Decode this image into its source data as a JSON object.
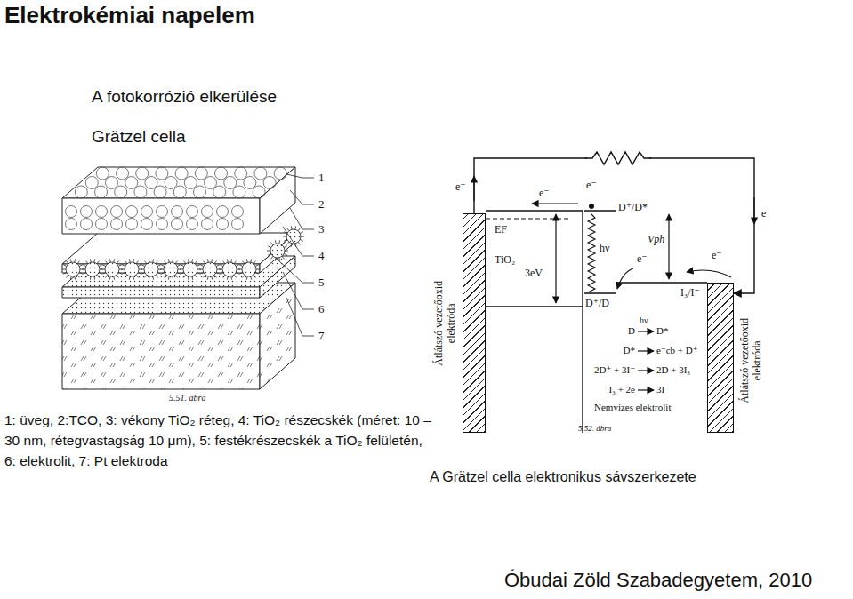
{
  "diagram": {
    "title": "Elektrokémiai napelem",
    "caption": "A Grätzel cella elektronikus sávszerkezete",
    "nodes": [
      {
        "text": [
          "Átlátszó vezetőoxid elektróda"
        ]
      },
      {
        "text": [
          "Átlátszó vezetőoxid elektróda"
        ]
      }
    ],
    "edges": [
      {
        "from": 0,
        "to": 1,
        "arrow": "to"
      }
    ],
    "labels": [
      "A fotokorrózió elkerülése",
      "Grätzel cella",
      "1",
      "2",
      "3",
      "4",
      "5",
      "6",
      "7",
      "5.51. ábra",
      "1: üveg, 2:TCO, 3: vékony TiO₂ réteg, 4: TiO₂ részecskék (méret: 10 – 30 nm, rétegvastagság 10 μm), 5: festékrészecskék a TiO₂ felületén, 6: elektrolit, 7: Pt elektroda",
      "e⁻",
      "e⁻",
      "e⁻",
      "e",
      "EF",
      "TiO₂",
      "3eV",
      "D⁺/D*",
      "hν",
      "Vph",
      "e⁻",
      "e⁻",
      "D⁺/D",
      "I₃/I⁻",
      "hν",
      "D",
      "D*",
      "D*",
      "e⁻cb + D⁺",
      "2D⁺ + 3I⁻",
      "2D + 3I₃",
      "I₃ + 2e",
      "3I",
      "Nemvizes elektrolit",
      "5.52. ábra",
      "Óbudai Zöld Szabadegyetem, 2010"
    ]
  }
}
